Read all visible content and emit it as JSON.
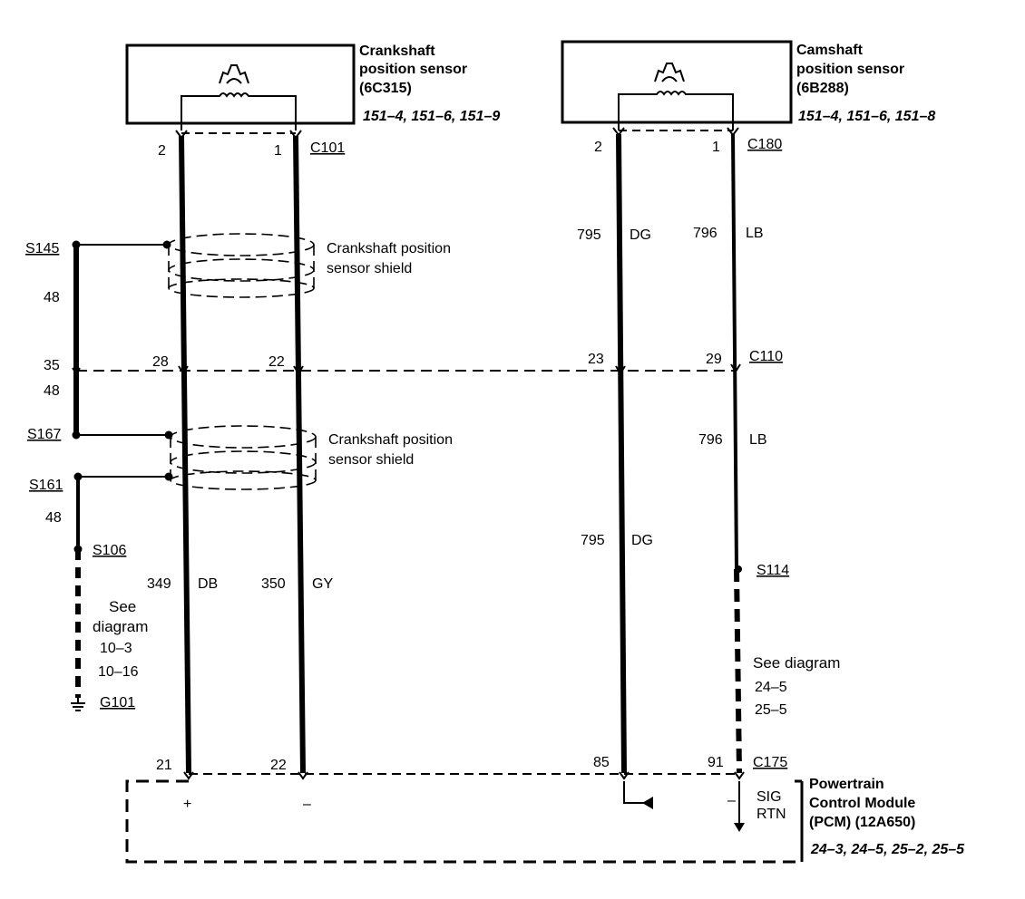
{
  "crank_sensor": {
    "title_line1": "Crankshaft",
    "title_line2": "position sensor",
    "part": "(6C315)",
    "refs": "151–4, 151–6, 151–9",
    "pin_left": "2",
    "pin_right": "1",
    "connector": "C101"
  },
  "cam_sensor": {
    "title_line1": "Camshaft",
    "title_line2": "position sensor",
    "part": "(6B288)",
    "refs": "151–4, 151–6, 151–8",
    "pin_left": "2",
    "pin_right": "1",
    "connector": "C180"
  },
  "shield_upper": {
    "line1": "Crankshaft position",
    "line2": "sensor shield"
  },
  "shield_lower": {
    "line1": "Crankshaft position",
    "line2": "sensor shield"
  },
  "ground_branch": {
    "splice1": "S145",
    "circuit1": "48",
    "c110_pin": "35",
    "circuit2": "48",
    "splice2": "S167",
    "splice3": "S161",
    "circuit3": "48",
    "splice4": "S106",
    "see1": "See",
    "see2": "diagram",
    "ref1": "10–3",
    "ref2": "10–16",
    "ground": "G101"
  },
  "c110": {
    "label": "C110",
    "pin_crank_left": "28",
    "pin_crank_right": "22",
    "pin_cam_left": "23",
    "pin_cam_right": "29"
  },
  "wires": {
    "crank_left": {
      "circuit": "349",
      "color": "DB"
    },
    "crank_right": {
      "circuit": "350",
      "color": "GY"
    },
    "cam_left_upper": {
      "circuit": "795",
      "color": "DG"
    },
    "cam_right_upper": {
      "circuit": "796",
      "color": "LB"
    },
    "cam_right_mid": {
      "circuit": "796",
      "color": "LB"
    },
    "cam_left_lower": {
      "circuit": "795",
      "color": "DG"
    }
  },
  "cam_branch": {
    "splice": "S114",
    "see": "See diagram",
    "ref1": "24–5",
    "ref2": "25–5"
  },
  "pcm": {
    "connector": "C175",
    "pin1": "21",
    "pin2": "22",
    "pin3": "85",
    "pin4": "91",
    "plus": "+",
    "minus1": "–",
    "minus2": "–",
    "sig1": "SIG",
    "sig2": "RTN",
    "title1": "Powertrain",
    "title2": "Control Module",
    "title3": "(PCM) (12A650)",
    "refs": "24–3, 24–5, 25–2, 25–5"
  }
}
